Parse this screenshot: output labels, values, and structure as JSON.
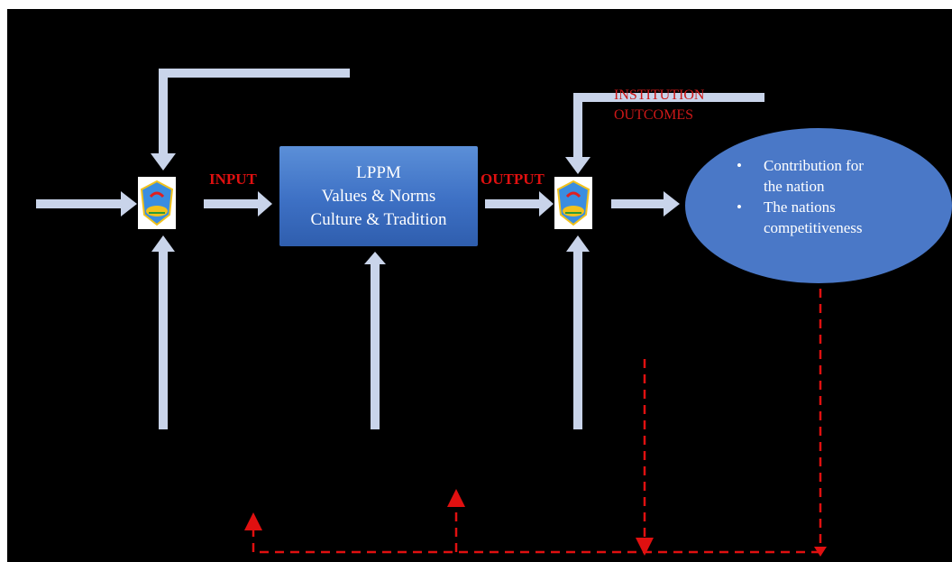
{
  "labels": {
    "input": "INPUT",
    "output": "OUTPUT",
    "institution_outcomes_line1": "INSTITUTION",
    "institution_outcomes_line2": "OUTCOMES"
  },
  "process_box": {
    "line1": "LPPM",
    "line2": "Values & Norms",
    "line3": "Culture & Tradition"
  },
  "outcomes": {
    "items": [
      {
        "bullet": "•",
        "line1": "Contribution for",
        "line2": "the nation"
      },
      {
        "bullet": "•",
        "line1": "The nations",
        "line2": "competitiveness"
      }
    ]
  },
  "colors": {
    "arrow": "#c9d4ea",
    "feedback_dashed": "#e01010",
    "label_red": "#e01010",
    "box_blue": "#4472c4",
    "background": "#000000"
  },
  "icons": {
    "logo": "university-crest-icon"
  }
}
